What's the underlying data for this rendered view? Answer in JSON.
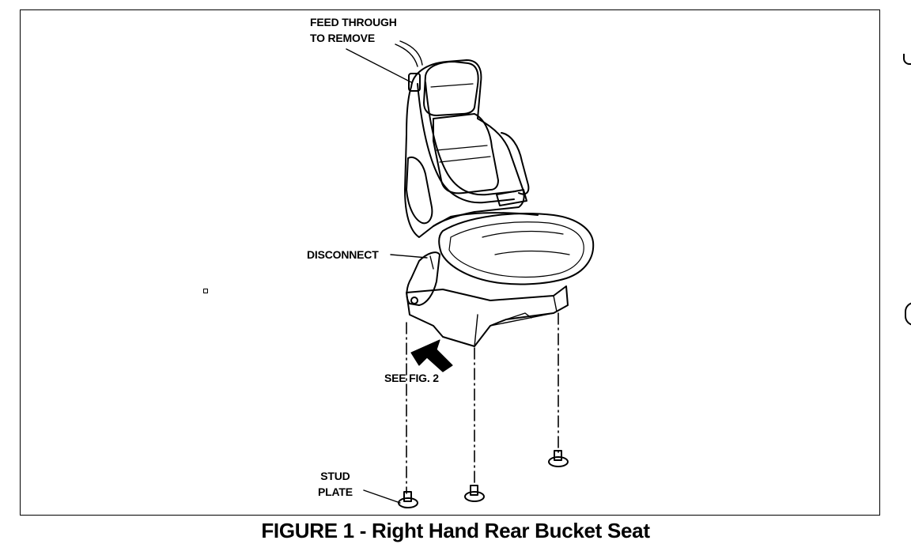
{
  "figure": {
    "caption": "FIGURE 1 - Right Hand Rear Bucket Seat"
  },
  "callouts": {
    "feed_through_line1": "FEED THROUGH",
    "feed_through_line2": "TO REMOVE",
    "disconnect": "DISCONNECT",
    "see_fig": "SEE FIG. 2",
    "stud_line1": "STUD",
    "stud_line2": "PLATE"
  },
  "colors": {
    "ink": "#000000",
    "paper": "#ffffff"
  }
}
